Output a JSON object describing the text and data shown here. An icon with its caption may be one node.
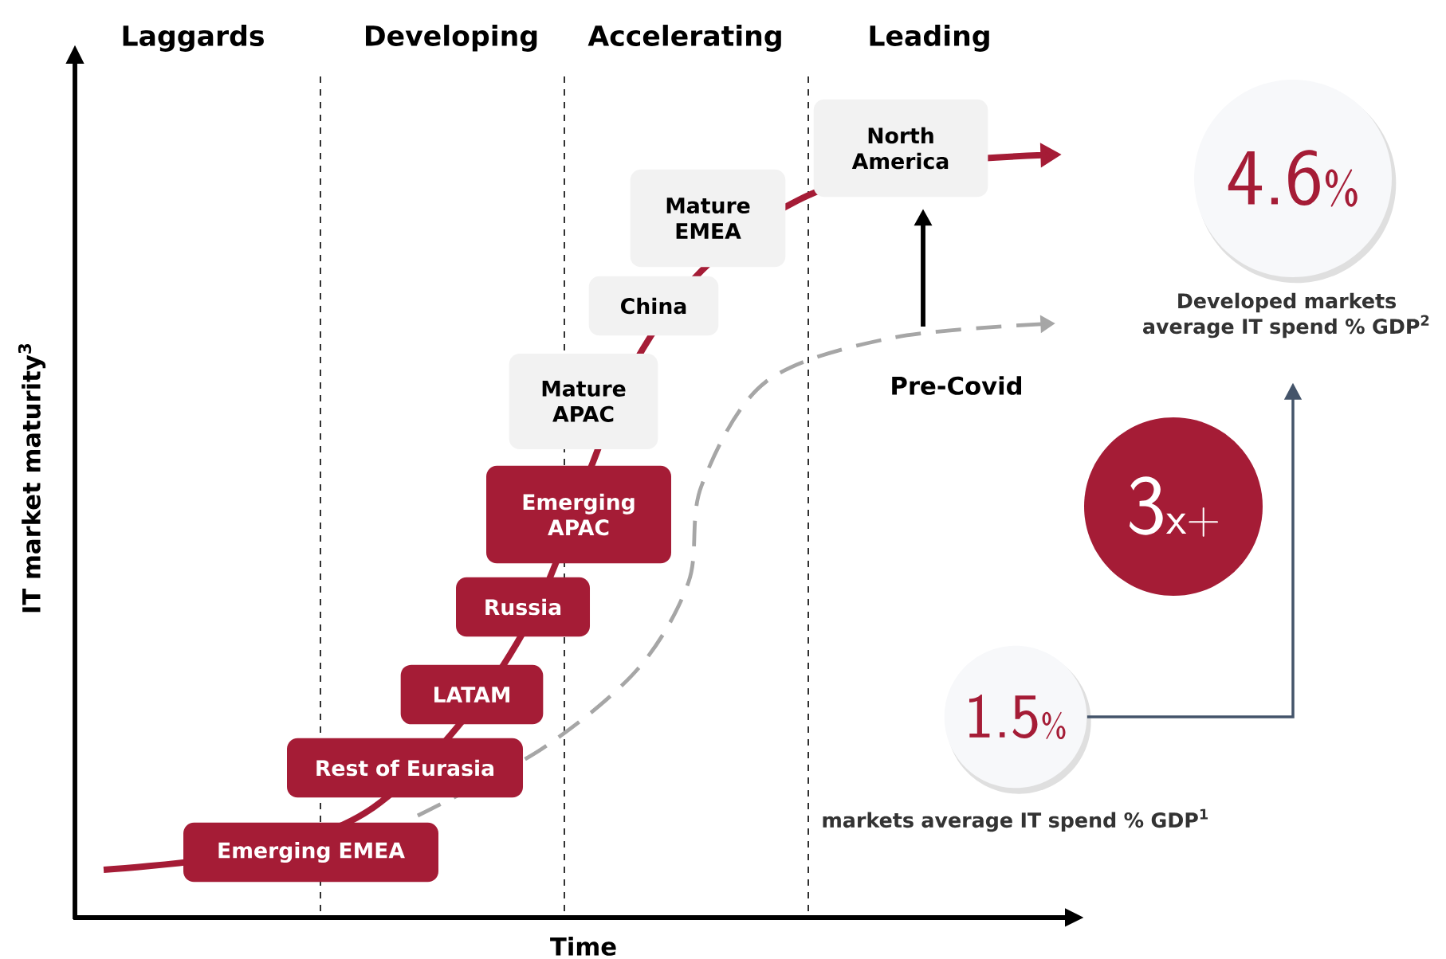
{
  "diagram": {
    "nodes": [
      {
        "text": [
          "Emerging EMEA"
        ]
      },
      {
        "text": [
          "Rest of Eurasia"
        ]
      },
      {
        "text": [
          "LATAM"
        ]
      },
      {
        "text": [
          "Russia"
        ]
      },
      {
        "text": [
          "Emerging APAC"
        ]
      },
      {
        "text": [
          "Mature APAC"
        ]
      },
      {
        "text": [
          "China"
        ]
      },
      {
        "text": [
          "Mature EMEA"
        ]
      },
      {
        "text": [
          "North America"
        ]
      },
      {
        "text": [
          "1.5",
          "%"
        ],
        "beside": [
          "markets average IT spend % GDP$^{1}$"
        ]
      },
      {
        "text": [
          "4.6",
          "%"
        ],
        "beside": [
          "Developed markets average IT spend % GDP$^{2}$"
        ]
      },
      {
        "text": [
          "3",
          "x+"
        ]
      }
    ],
    "edges": [
      {
        "from": 9,
        "to": 10,
        "arrow": "to",
        "color": "#44546a"
      }
    ],
    "labels": [
      "Laggards",
      "Developing",
      "Accelerating",
      "Leading",
      "Pre-Covid",
      "IT market maturity$^{3}$",
      "Time"
    ]
  }
}
